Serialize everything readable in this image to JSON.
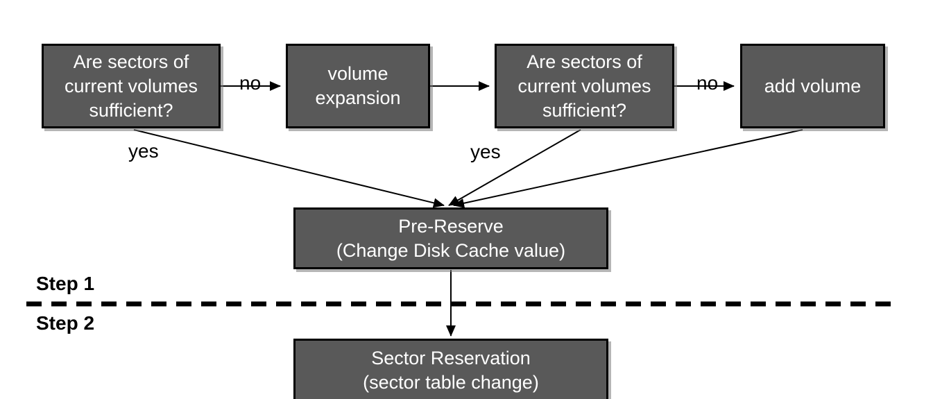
{
  "colors": {
    "background": "#ffffff",
    "box_fill": "#595959",
    "box_border": "#000000",
    "box_text": "#ffffff",
    "line_color": "#000000"
  },
  "flowchart": {
    "boxes": {
      "check_sectors_1": {
        "text": "Are sectors of\ncurrent volumes\nsufficient?"
      },
      "volume_expansion": {
        "text": "volume\nexpansion"
      },
      "check_sectors_2": {
        "text": "Are sectors of\ncurrent volumes\nsufficient?"
      },
      "add_volume": {
        "text": "add volume"
      },
      "pre_reserve": {
        "text": "Pre-Reserve\n(Change Disk Cache value)"
      },
      "sector_reservation": {
        "text": "Sector Reservation\n(sector table change)"
      }
    },
    "edge_labels": {
      "no1": "no",
      "no2": "no",
      "yes1": "yes",
      "yes2": "yes"
    },
    "steps": {
      "step1": "Step 1",
      "step2": "Step 2"
    }
  }
}
